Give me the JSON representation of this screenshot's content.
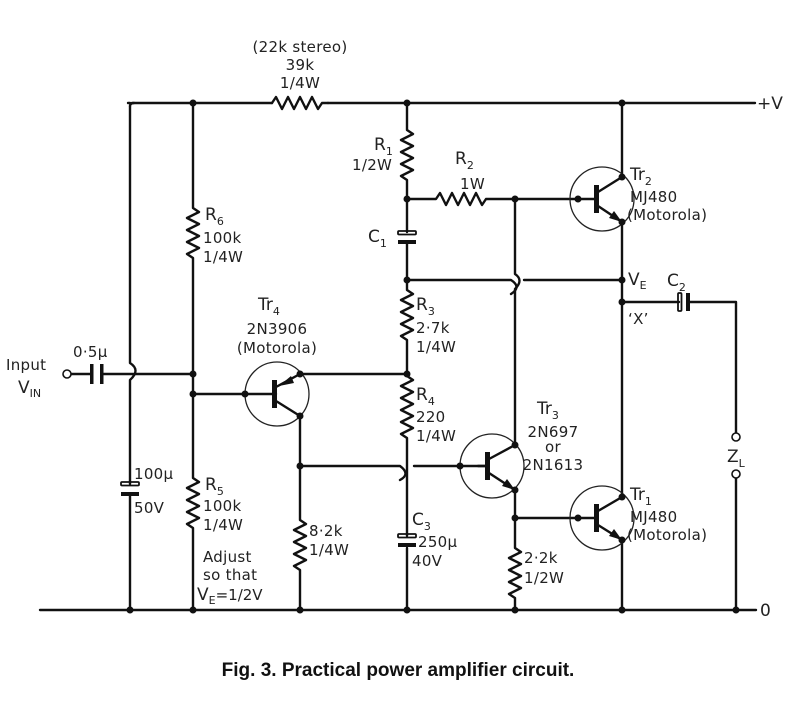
{
  "figure": {
    "caption": "Fig. 3. Practical power amplifier circuit.",
    "supply_label": "+V",
    "ground_label": "0"
  },
  "input": {
    "label": "Input",
    "v_label": "V",
    "v_sub": "IN",
    "cap_value": "0·5µ"
  },
  "feed_resistor": {
    "note": "(22k stereo)",
    "value": "39k",
    "power": "1/4W"
  },
  "components": {
    "R1": {
      "name": "R",
      "sub": "1",
      "power": "1/2W"
    },
    "R2": {
      "name": "R",
      "sub": "2",
      "power": "1W"
    },
    "C1": {
      "name": "C",
      "sub": "1"
    },
    "R3": {
      "name": "R",
      "sub": "3",
      "value": "2·7k",
      "power": "1/4W"
    },
    "R4": {
      "name": "R",
      "sub": "4",
      "value": "220",
      "power": "1/4W"
    },
    "R5": {
      "name": "R",
      "sub": "5",
      "value": "100k",
      "power": "1/4W",
      "note_lines": [
        "Adjust",
        "so that"
      ],
      "note_ve": "V",
      "note_ve_sub": "E",
      "note_ve_rest": "=1/2V"
    },
    "R6": {
      "name": "R",
      "sub": "6",
      "value": "100k",
      "power": "1/4W"
    },
    "C3": {
      "name": "C",
      "sub": "3",
      "value": "250µ",
      "voltage": "40V"
    },
    "C_bias": {
      "value": "100µ",
      "voltage": "50V"
    },
    "R_8k2": {
      "value": "8·2k",
      "power": "1/4W"
    },
    "R_2k2": {
      "value": "2·2k",
      "power": "1/2W"
    },
    "C2": {
      "name": "C",
      "sub": "2"
    },
    "VE": {
      "name": "V",
      "sub": "E"
    },
    "X_label": "‘X’",
    "ZL": {
      "name": "Z",
      "sub": "L"
    }
  },
  "transistors": {
    "Tr1": {
      "name": "Tr",
      "sub": "1",
      "part": "MJ480",
      "maker": "(Motorola)"
    },
    "Tr2": {
      "name": "Tr",
      "sub": "2",
      "part": "MJ480",
      "maker": "(Motorola)"
    },
    "Tr3": {
      "name": "Tr",
      "sub": "3",
      "part": "2N697",
      "alt_word": "or",
      "alt_part": "2N1613"
    },
    "Tr4": {
      "name": "Tr",
      "sub": "4",
      "part": "2N3906",
      "maker": "(Motorola)"
    }
  }
}
